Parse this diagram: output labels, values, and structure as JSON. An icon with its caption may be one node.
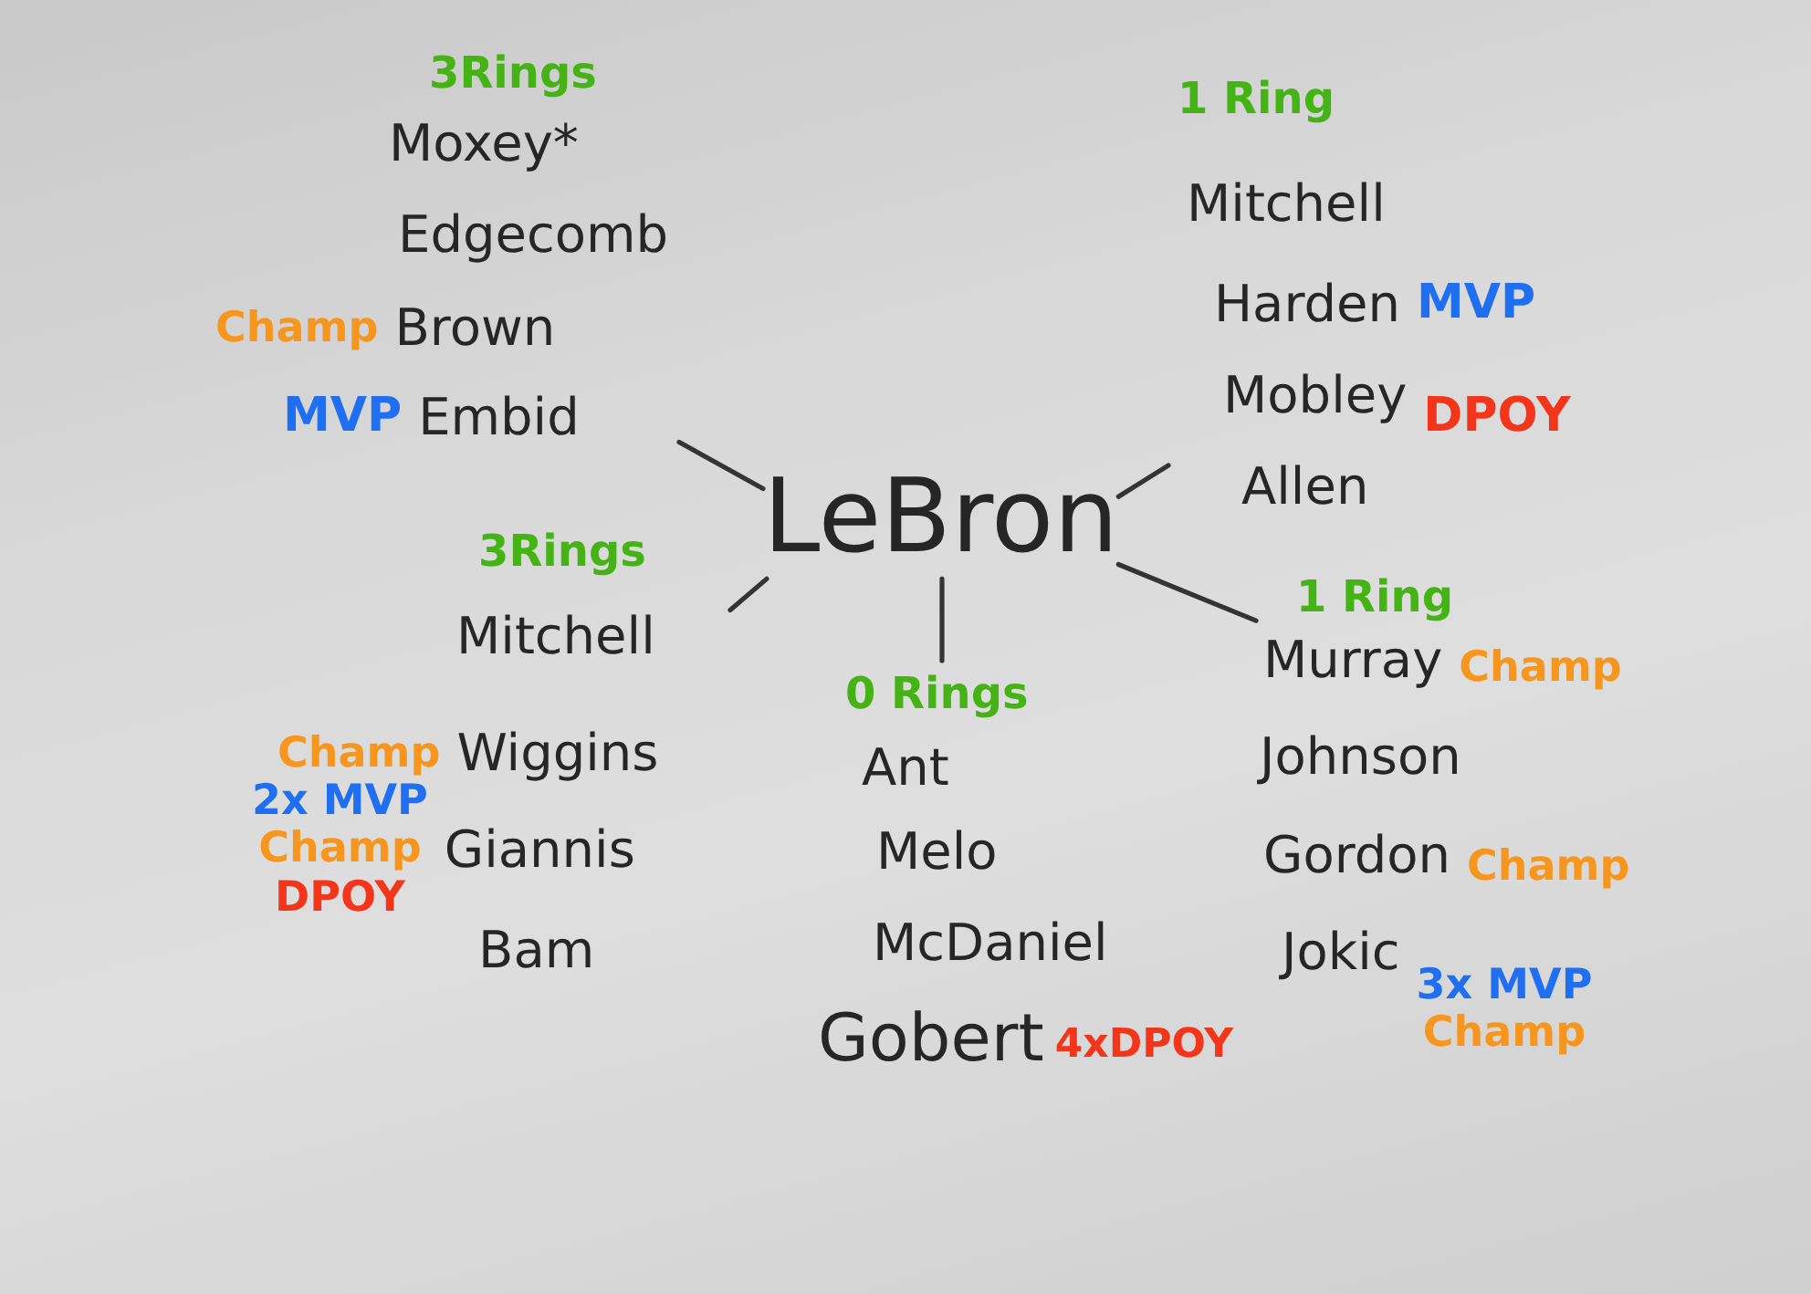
{
  "diagram": {
    "nodes": [
      {
        "text": [
          "LeBron"
        ]
      },
      {
        "text": [
          "3Rings"
        ]
      },
      {
        "text": [
          "Moxey*"
        ],
        "in": 1
      },
      {
        "text": [
          "Edgecomb"
        ],
        "in": 1
      },
      {
        "text": [
          "Brown"
        ],
        "in": 1,
        "beside": [
          "Champ"
        ]
      },
      {
        "text": [
          "Embid"
        ],
        "in": 1,
        "beside": [
          "MVP"
        ]
      },
      {
        "text": [
          "1 Ring"
        ]
      },
      {
        "text": [
          "Mitchell"
        ],
        "in": 6
      },
      {
        "text": [
          "Harden"
        ],
        "in": 6,
        "beside": [
          "MVP"
        ]
      },
      {
        "text": [
          "Mobley"
        ],
        "in": 6,
        "beside": [
          "DPOY"
        ]
      },
      {
        "text": [
          "Allen"
        ],
        "in": 6
      },
      {
        "text": [
          "3Rings"
        ]
      },
      {
        "text": [
          "Mitchell"
        ],
        "in": 11
      },
      {
        "text": [
          "Wiggins"
        ],
        "in": 11,
        "beside": [
          "Champ"
        ]
      },
      {
        "text": [
          "Giannis"
        ],
        "in": 11,
        "beside": [
          "2x MVP",
          "Champ",
          "DPOY"
        ]
      },
      {
        "text": [
          "Bam"
        ],
        "in": 11
      },
      {
        "text": [
          "0 Rings"
        ]
      },
      {
        "text": [
          "Ant"
        ],
        "in": 16
      },
      {
        "text": [
          "Melo"
        ],
        "in": 16
      },
      {
        "text": [
          "McDaniel"
        ],
        "in": 16
      },
      {
        "text": [
          "Gobert"
        ],
        "in": 16,
        "beside": [
          "4xDPOY"
        ]
      },
      {
        "text": [
          "1 Ring"
        ]
      },
      {
        "text": [
          "Murray"
        ],
        "in": 21,
        "beside": [
          "Champ"
        ]
      },
      {
        "text": [
          "Johnson"
        ],
        "in": 21
      },
      {
        "text": [
          "Gordon"
        ],
        "in": 21,
        "beside": [
          "Champ"
        ]
      },
      {
        "text": [
          "Jokic"
        ],
        "in": 21,
        "beside": [
          "3x MVP",
          "Champ"
        ]
      }
    ],
    "edges": [
      {
        "from": 0,
        "to": 1,
        "arrow": "none"
      },
      {
        "from": 0,
        "to": 6,
        "arrow": "none"
      },
      {
        "from": 0,
        "to": 11,
        "arrow": "none"
      },
      {
        "from": 0,
        "to": 16,
        "arrow": "none"
      },
      {
        "from": 0,
        "to": 21,
        "arrow": "none"
      }
    ]
  }
}
